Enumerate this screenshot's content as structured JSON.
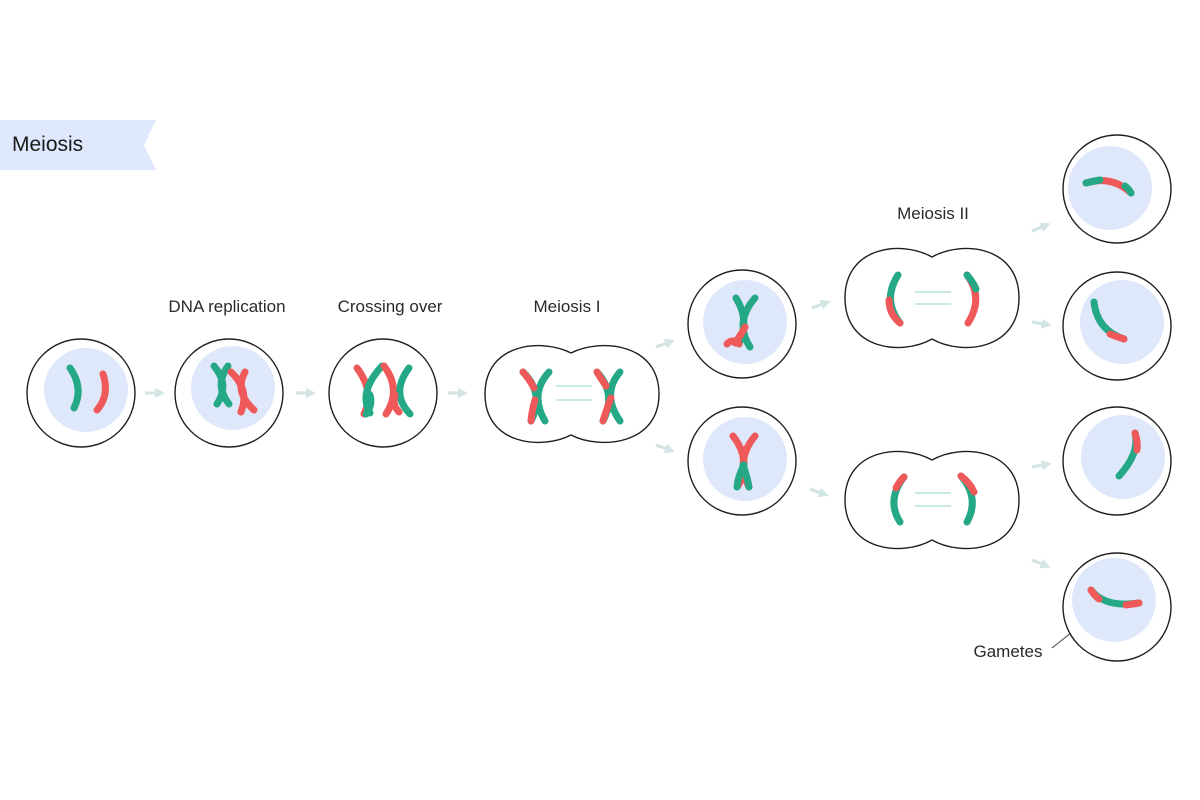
{
  "title": "Meiosis",
  "labels": {
    "dna_replication": "DNA replication",
    "crossing_over": "Crossing over",
    "meiosis_1": "Meiosis I",
    "meiosis_2": "Meiosis II",
    "gametes": "Gametes"
  },
  "colors": {
    "banner": "#dfe8fc",
    "nucleus": "#dfe8fb",
    "arrow": "#d3e4e4",
    "green": "#24a886",
    "red": "#f0595a",
    "spindle": "#a6ddd0",
    "outline": "#1f1f1f"
  }
}
